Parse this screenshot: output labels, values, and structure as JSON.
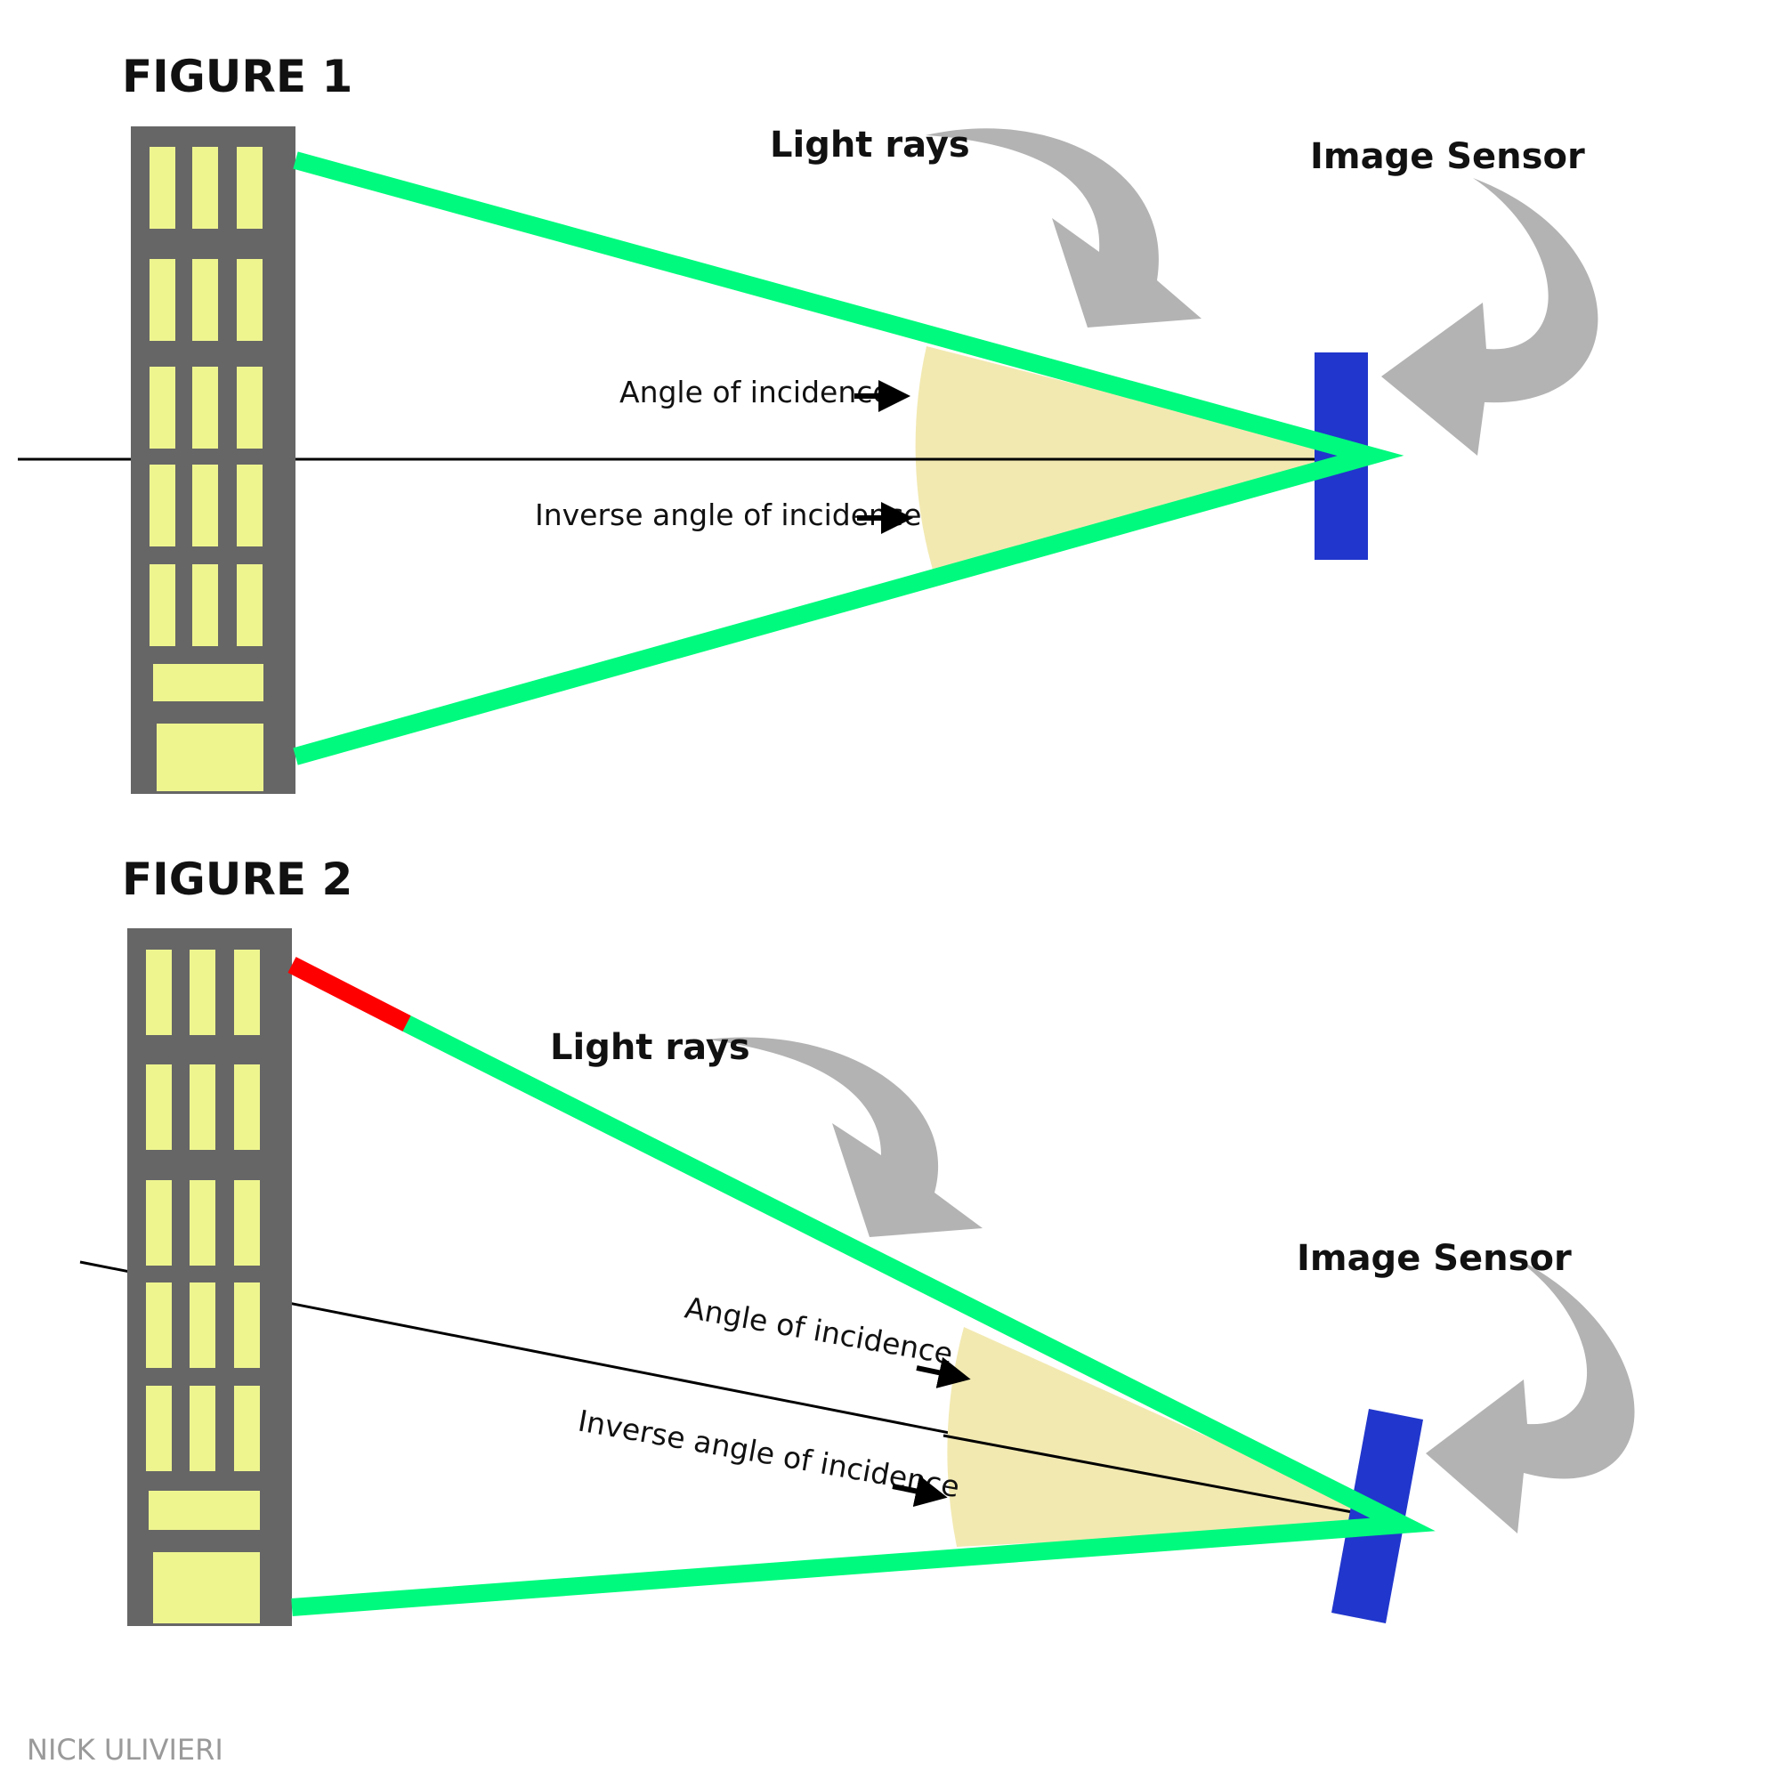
{
  "colors": {
    "building": "#666666",
    "window": "#eef58f",
    "ray": "#00fa7d",
    "ray_blocked": "#ff0000",
    "sensor": "#2136cc",
    "angle_fill": "#f2e9b1",
    "callout_arrow": "#b3b3b3",
    "axis": "#000000",
    "credit": "#9a9a9a"
  },
  "figure1": {
    "title": "FIGURE 1",
    "light_rays": "Light rays",
    "image_sensor": "Image Sensor",
    "angle_of_incidence": "Angle of incidence",
    "inverse_angle_of_incidence": "Inverse angle of incidence"
  },
  "figure2": {
    "title": "FIGURE 2",
    "light_rays": "Light rays",
    "image_sensor": "Image Sensor",
    "angle_of_incidence": "Angle of incidence",
    "inverse_angle_of_incidence": "Inverse angle of incidence"
  },
  "credit": "NICK ULIVIERI"
}
